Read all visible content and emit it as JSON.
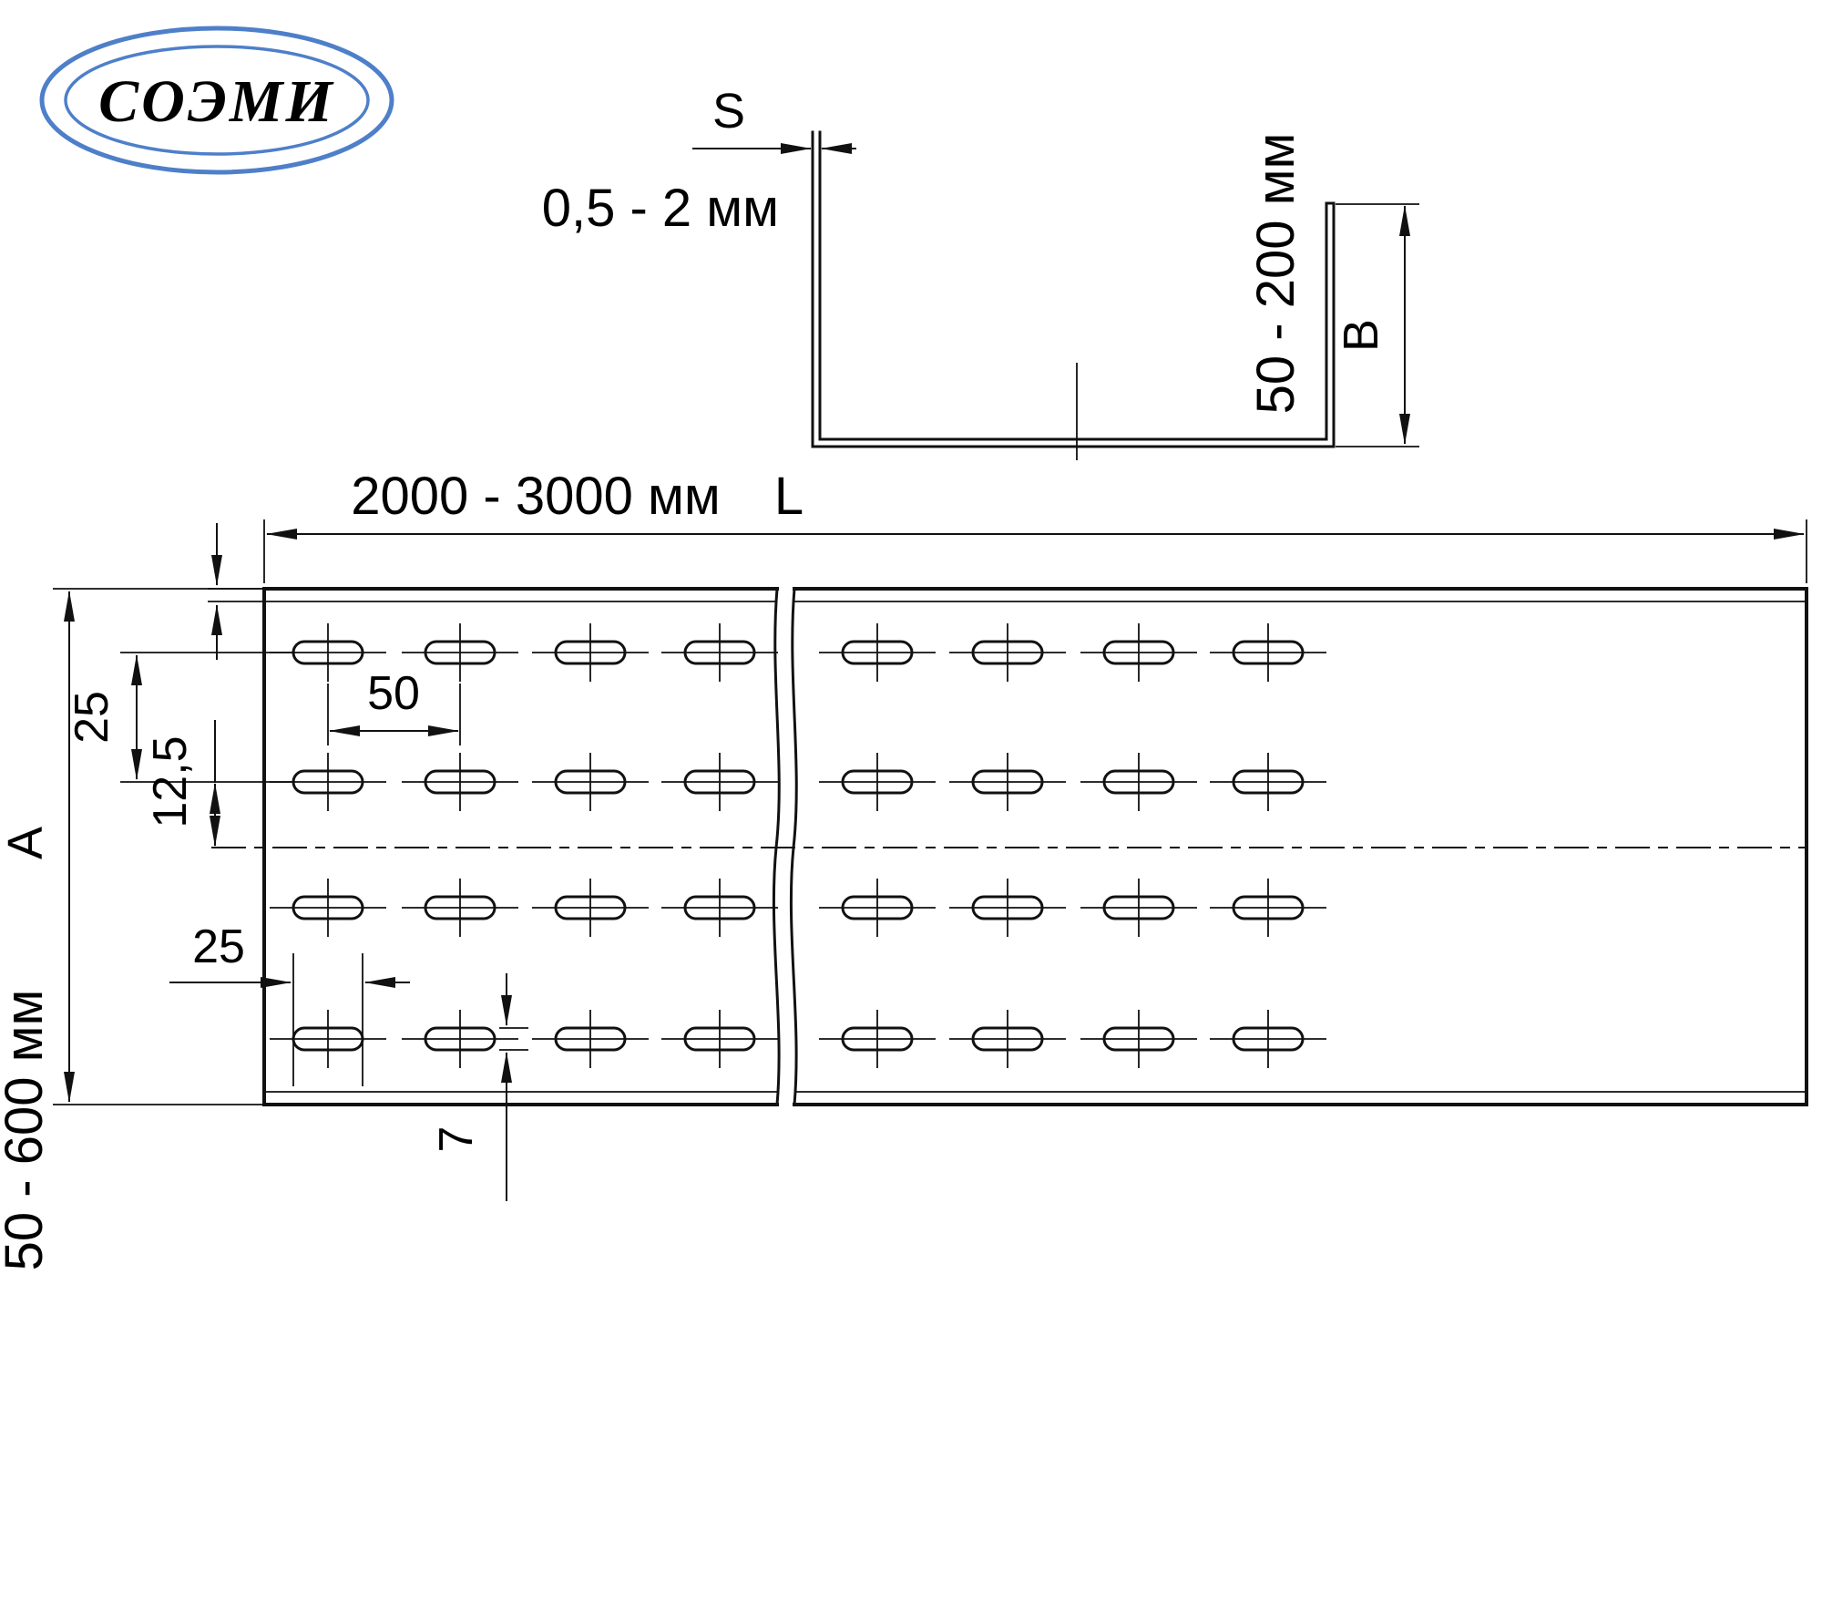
{
  "logo": {
    "text": "СОЭМИ",
    "color": "#4e7fc9"
  },
  "section_view": {
    "thickness_symbol": "S",
    "thickness_range": "0,5 - 2 мм",
    "height_range": "50 - 200 мм",
    "height_symbol": "B"
  },
  "plan_view": {
    "length_range": "2000 - 3000 мм",
    "length_symbol": "L",
    "width_range": "50 - 600 мм",
    "width_symbol": "A",
    "dim_row_pitch": "25",
    "dim_row_offset": "12,5",
    "dim_slot_pitch": "50",
    "dim_slot_length": "25",
    "dim_slot_width": "7"
  }
}
